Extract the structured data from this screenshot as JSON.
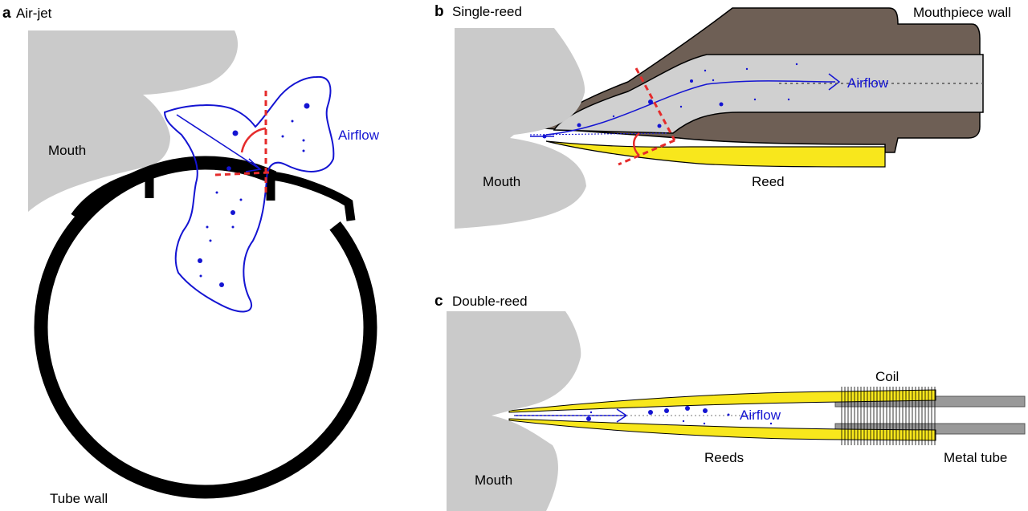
{
  "panels": {
    "a": {
      "letter": "a",
      "title": "Air-jet",
      "labels": {
        "mouth": "Mouth",
        "airflow": "Airflow",
        "tube_wall": "Tube wall"
      }
    },
    "b": {
      "letter": "b",
      "title": "Single-reed",
      "labels": {
        "mouthpiece_wall": "Mouthpiece wall",
        "airflow": "Airflow",
        "mouth": "Mouth",
        "reed": "Reed"
      }
    },
    "c": {
      "letter": "c",
      "title": "Double-reed",
      "labels": {
        "coil": "Coil",
        "airflow": "Airflow",
        "reeds": "Reeds",
        "metal_tube": "Metal tube",
        "mouth": "Mouth"
      }
    }
  },
  "colors": {
    "mouth_gray": "#cacaca",
    "mouthpiece_brown": "#6e5f55",
    "reed_yellow": "#f8e71c",
    "airflow_blue": "#1414d2",
    "boundary_red": "#e52b2b",
    "metal_gray": "#999999",
    "bore_gray": "#d0d0d0"
  }
}
